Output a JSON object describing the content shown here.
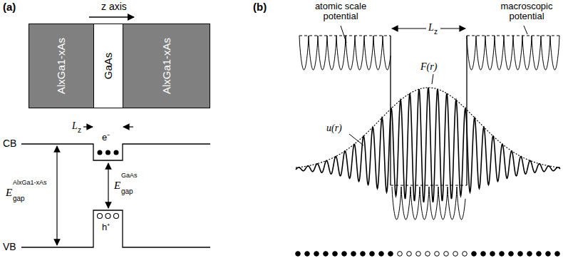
{
  "diagram": {
    "nodes": [
      {
        "text": [
          "AlxGa1-xAs"
        ]
      },
      {
        "text": [
          "GaAs"
        ]
      },
      {
        "text": [
          "AlxGa1-xAs"
        ]
      }
    ],
    "labels": [
      "(a)",
      "z axis",
      "CB",
      "VB",
      "L",
      "z",
      "e⁻",
      "h⁺",
      "E",
      "gap",
      "AlxGa1-xAs",
      "E",
      "gap",
      "GaAs",
      "(b)",
      "atomic scale potential",
      "macroscopic potential",
      "L",
      "z",
      "F(r)",
      "u(r)"
    ]
  }
}
